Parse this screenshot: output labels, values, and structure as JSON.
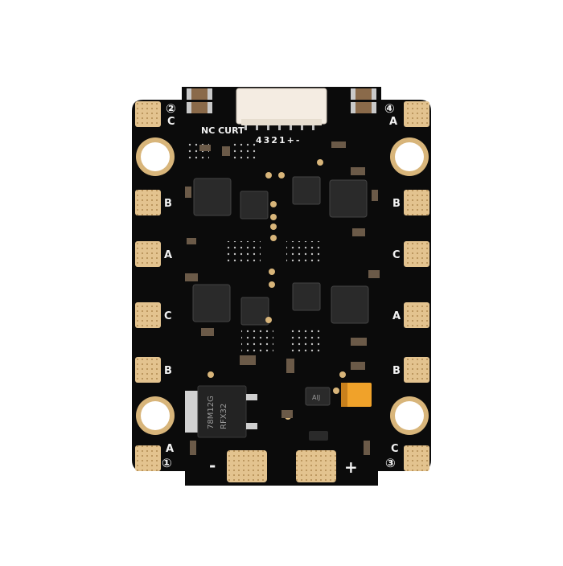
{
  "board": {
    "pad_labels": {
      "left": [
        "C",
        "B",
        "A",
        "C",
        "B",
        "A"
      ],
      "right": [
        "A",
        "B",
        "C",
        "A",
        "B",
        "C"
      ]
    },
    "corner_numbers": {
      "top_left": "②",
      "top_right": "④",
      "bottom_left": "①",
      "bottom_right": "③"
    },
    "connector_label": "NC CURT",
    "connector_pins": "4321+-",
    "regulator_line1": "78M12G",
    "regulator_line2": "RFX32",
    "power_minus": "-",
    "power_plus": "+",
    "chip_marking": "AIJ"
  },
  "colors": {
    "pcb": "#0b0b0b",
    "gold_pad": "#e3c38f",
    "gold_ring": "#d8b57a",
    "silkscreen": "#f2f2f2",
    "tantalum": "#f0a22a",
    "connector": "#f4ece2"
  }
}
